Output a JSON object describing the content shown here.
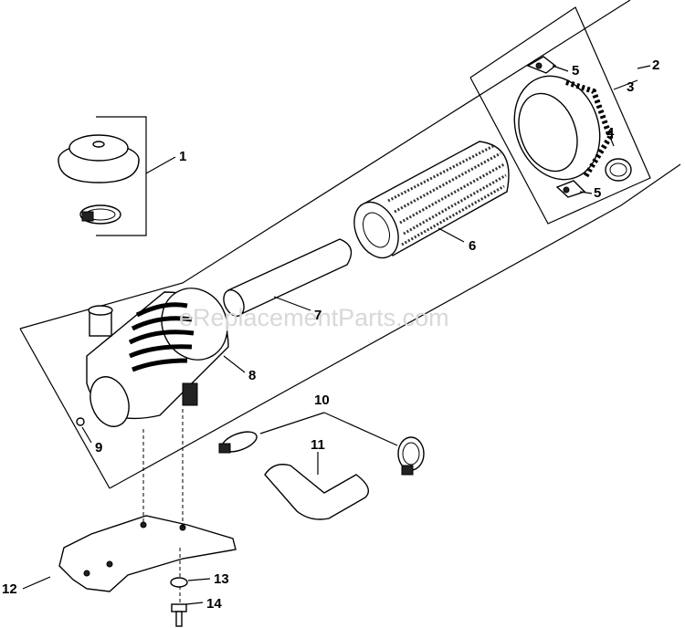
{
  "watermark": "eReplacementParts.com",
  "callouts": {
    "c1": "1",
    "c2": "2",
    "c3": "3",
    "c4": "4",
    "c5a": "5",
    "c5b": "5",
    "c6": "6",
    "c7": "7",
    "c8": "8",
    "c9": "9",
    "c10": "10",
    "c11": "11",
    "c12": "12",
    "c13": "13",
    "c14": "14"
  }
}
